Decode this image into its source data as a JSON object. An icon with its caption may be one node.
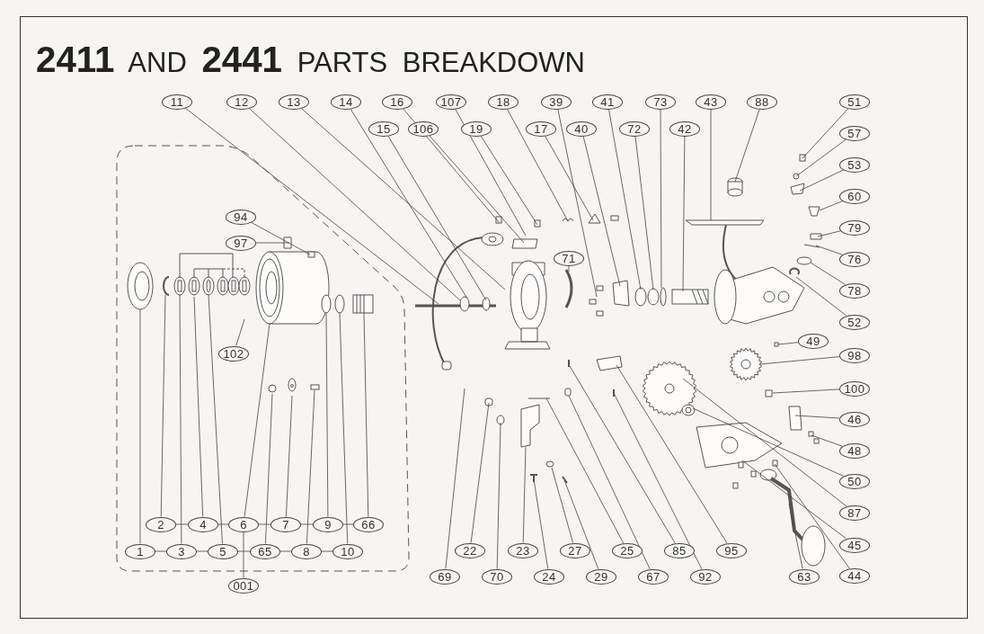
{
  "diagram": {
    "title": "**2411** AND **2441** PARTS BREAKDOWN",
    "nodes": [
      {
        "text": [],
        "shape": "box"
      },
      {
        "text": [
          "11"
        ]
      },
      {
        "text": [
          "12"
        ]
      },
      {
        "text": [
          "13"
        ]
      },
      {
        "text": [
          "14"
        ]
      },
      {
        "text": [
          "16"
        ]
      },
      {
        "text": [
          "107"
        ]
      },
      {
        "text": [
          "18"
        ]
      },
      {
        "text": [
          "39"
        ]
      },
      {
        "text": [
          "41"
        ]
      },
      {
        "text": [
          "73"
        ]
      },
      {
        "text": [
          "43"
        ]
      },
      {
        "text": [
          "88"
        ]
      },
      {
        "text": [
          "51"
        ]
      },
      {
        "text": [
          "15"
        ]
      },
      {
        "text": [
          "106"
        ]
      },
      {
        "text": [
          "19"
        ]
      },
      {
        "text": [
          "17"
        ]
      },
      {
        "text": [
          "40"
        ]
      },
      {
        "text": [
          "72"
        ]
      },
      {
        "text": [
          "42"
        ]
      },
      {
        "text": [
          "57"
        ]
      },
      {
        "text": [
          "53"
        ]
      },
      {
        "text": [
          "60"
        ]
      },
      {
        "text": [
          "94"
        ],
        "in": 0
      },
      {
        "text": [
          "79"
        ]
      },
      {
        "text": [
          "97"
        ],
        "in": 0
      },
      {
        "text": [
          "71"
        ]
      },
      {
        "text": [
          "76"
        ]
      },
      {
        "text": [
          "78"
        ]
      },
      {
        "text": [
          "52"
        ]
      },
      {
        "text": [
          "49"
        ]
      },
      {
        "text": [
          "98"
        ]
      },
      {
        "text": [
          "102"
        ],
        "in": 0
      },
      {
        "text": [
          "100"
        ]
      },
      {
        "text": [
          "46"
        ]
      },
      {
        "text": [
          "48"
        ]
      },
      {
        "text": [
          "50"
        ]
      },
      {
        "text": [
          "87"
        ]
      },
      {
        "text": [
          "2"
        ],
        "in": 0
      },
      {
        "text": [
          "4"
        ],
        "in": 0
      },
      {
        "text": [
          "6"
        ],
        "in": 0
      },
      {
        "text": [
          "7"
        ],
        "in": 0
      },
      {
        "text": [
          "9"
        ],
        "in": 0
      },
      {
        "text": [
          "66"
        ],
        "in": 0
      },
      {
        "text": [
          "45"
        ]
      },
      {
        "text": [
          "22"
        ]
      },
      {
        "text": [
          "23"
        ]
      },
      {
        "text": [
          "27"
        ]
      },
      {
        "text": [
          "25"
        ]
      },
      {
        "text": [
          "85"
        ]
      },
      {
        "text": [
          "95"
        ]
      },
      {
        "text": [
          "1"
        ],
        "in": 0
      },
      {
        "text": [
          "3"
        ],
        "in": 0
      },
      {
        "text": [
          "5"
        ],
        "in": 0
      },
      {
        "text": [
          "65"
        ],
        "in": 0
      },
      {
        "text": [
          "8"
        ],
        "in": 0
      },
      {
        "text": [
          "10"
        ],
        "in": 0
      },
      {
        "text": [
          "44"
        ]
      },
      {
        "text": [
          "69"
        ]
      },
      {
        "text": [
          "70"
        ]
      },
      {
        "text": [
          "24"
        ]
      },
      {
        "text": [
          "29"
        ]
      },
      {
        "text": [
          "67"
        ]
      },
      {
        "text": [
          "92"
        ]
      },
      {
        "text": [
          "63"
        ]
      },
      {
        "text": [
          "001"
        ]
      }
    ],
    "edges": [
      {
        "from": 1,
        "to": null,
        "arrow": "none"
      },
      {
        "from": 2,
        "to": null,
        "arrow": "none"
      },
      {
        "from": 3,
        "to": null,
        "arrow": "none"
      },
      {
        "from": 4,
        "to": null,
        "arrow": "none"
      },
      {
        "from": 5,
        "to": null,
        "arrow": "none"
      },
      {
        "from": 6,
        "to": null,
        "arrow": "none"
      },
      {
        "from": 7,
        "to": null,
        "arrow": "none"
      },
      {
        "from": 8,
        "to": null,
        "arrow": "none"
      },
      {
        "from": 9,
        "to": null,
        "arrow": "none"
      },
      {
        "from": 10,
        "to": null,
        "arrow": "none"
      },
      {
        "from": 11,
        "to": null,
        "arrow": "none"
      },
      {
        "from": 12,
        "to": null,
        "arrow": "none"
      },
      {
        "from": 13,
        "to": null,
        "arrow": "none"
      },
      {
        "from": 14,
        "to": null,
        "arrow": "none"
      },
      {
        "from": 15,
        "to": null,
        "arrow": "none"
      },
      {
        "from": 16,
        "to": null,
        "arrow": "none"
      },
      {
        "from": 17,
        "to": null,
        "arrow": "none"
      },
      {
        "from": 18,
        "to": null,
        "arrow": "none"
      },
      {
        "from": 19,
        "to": null,
        "arrow": "none"
      },
      {
        "from": 20,
        "to": null,
        "arrow": "none"
      },
      {
        "from": 21,
        "to": null,
        "arrow": "none"
      },
      {
        "from": 22,
        "to": null,
        "arrow": "none"
      },
      {
        "from": 23,
        "to": null,
        "arrow": "none"
      },
      {
        "from": 24,
        "to": null,
        "arrow": "none"
      },
      {
        "from": 25,
        "to": null,
        "arrow": "none"
      },
      {
        "from": 26,
        "to": null,
        "arrow": "none"
      },
      {
        "from": 27,
        "to": null,
        "arrow": "none"
      },
      {
        "from": 28,
        "to": null,
        "arrow": "none"
      },
      {
        "from": 29,
        "to": null,
        "arrow": "none"
      },
      {
        "from": 30,
        "to": null,
        "arrow": "none"
      },
      {
        "from": 31,
        "to": null,
        "arrow": "none"
      },
      {
        "from": 32,
        "to": null,
        "arrow": "none"
      },
      {
        "from": 33,
        "to": null,
        "arrow": "none"
      },
      {
        "from": 34,
        "to": null,
        "arrow": "none"
      },
      {
        "from": 35,
        "to": null,
        "arrow": "none"
      },
      {
        "from": 36,
        "to": null,
        "arrow": "none"
      },
      {
        "from": 37,
        "to": null,
        "arrow": "none"
      },
      {
        "from": 38,
        "to": null,
        "arrow": "none"
      },
      {
        "from": 39,
        "to": null,
        "arrow": "none"
      },
      {
        "from": 40,
        "to": null,
        "arrow": "none"
      },
      {
        "from": 41,
        "to": null,
        "arrow": "none"
      },
      {
        "from": 42,
        "to": null,
        "arrow": "none"
      },
      {
        "from": 43,
        "to": null,
        "arrow": "none"
      },
      {
        "from": 44,
        "to": null,
        "arrow": "none"
      },
      {
        "from": 45,
        "to": null,
        "arrow": "none"
      },
      {
        "from": 46,
        "to": null,
        "arrow": "none"
      },
      {
        "from": 47,
        "to": null,
        "arrow": "none"
      },
      {
        "from": 48,
        "to": null,
        "arrow": "none"
      },
      {
        "from": 49,
        "to": null,
        "arrow": "none"
      },
      {
        "from": 50,
        "to": null,
        "arrow": "none"
      },
      {
        "from": 51,
        "to": null,
        "arrow": "none"
      },
      {
        "from": 52,
        "to": null,
        "arrow": "none"
      },
      {
        "from": 53,
        "to": null,
        "arrow": "none"
      },
      {
        "from": 54,
        "to": null,
        "arrow": "none"
      },
      {
        "from": 55,
        "to": null,
        "arrow": "none"
      },
      {
        "from": 56,
        "to": null,
        "arrow": "none"
      },
      {
        "from": 57,
        "to": null,
        "arrow": "none"
      },
      {
        "from": 58,
        "to": null,
        "arrow": "none"
      },
      {
        "from": 59,
        "to": null,
        "arrow": "none"
      },
      {
        "from": 60,
        "to": null,
        "arrow": "none"
      },
      {
        "from": 61,
        "to": null,
        "arrow": "none"
      },
      {
        "from": 62,
        "to": null,
        "arrow": "none"
      },
      {
        "from": 63,
        "to": null,
        "arrow": "none"
      },
      {
        "from": 64,
        "to": null,
        "arrow": "none"
      },
      {
        "from": 65,
        "to": null,
        "arrow": "none"
      },
      {
        "from": 39,
        "to": 40,
        "arrow": "none"
      },
      {
        "from": 40,
        "to": 41,
        "arrow": "none"
      },
      {
        "from": 41,
        "to": 42,
        "arrow": "none"
      },
      {
        "from": 42,
        "to": 43,
        "arrow": "none"
      },
      {
        "from": 43,
        "to": 44,
        "arrow": "none"
      },
      {
        "from": 52,
        "to": 53,
        "arrow": "none"
      },
      {
        "from": 53,
        "to": 54,
        "arrow": "none"
      },
      {
        "from": 54,
        "to": 55,
        "arrow": "none"
      },
      {
        "from": 55,
        "to": 56,
        "arrow": "none"
      },
      {
        "from": 56,
        "to": 57,
        "arrow": "none"
      },
      {
        "from": 41,
        "to": 66,
        "arrow": "none"
      }
    ]
  }
}
